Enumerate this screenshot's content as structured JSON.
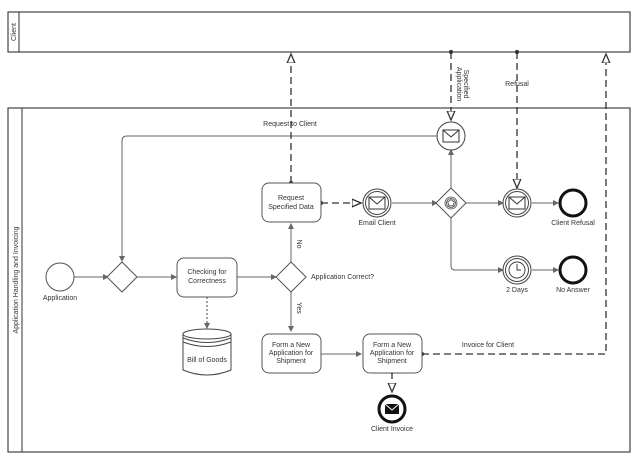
{
  "pools": {
    "client": {
      "label": "Client"
    },
    "main": {
      "label": "Application Handling and Invoicing"
    }
  },
  "events": {
    "start": {
      "label": "Application"
    },
    "email_client": {
      "label": "Email Client"
    },
    "client_refusal": {
      "label": "Client Refusal"
    },
    "timer": {
      "label": "2 Days"
    },
    "no_answer": {
      "label": "No Answer"
    },
    "client_invoice": {
      "label": "Client Invoice"
    }
  },
  "tasks": {
    "checking": {
      "line1": "Checking for",
      "line2": "Correctness"
    },
    "request": {
      "line1": "Request",
      "line2": "Specified Data"
    },
    "form1": {
      "line1": "Form a New",
      "line2": "Application for",
      "line3": "Shipment"
    },
    "form2": {
      "line1": "Form a New",
      "line2": "Application for",
      "line3": "Shipment"
    }
  },
  "gateways": {
    "correct": {
      "label": "Application Correct?"
    }
  },
  "data_store": {
    "label": "Bill of Goods"
  },
  "flow_labels": {
    "no": "No",
    "yes": "Yes",
    "request_to_client": "Request to Client",
    "specified_application_1": "Specified",
    "specified_application_2": "Application",
    "refusal": "Refusal",
    "invoice_for_client": "Invoice for Client"
  }
}
